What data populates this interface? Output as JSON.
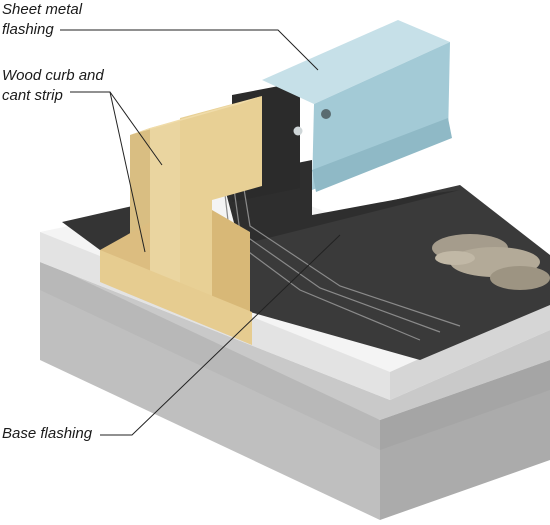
{
  "labels": {
    "sheet_metal_line1": "Sheet metal",
    "sheet_metal_line2": "flashing",
    "wood_curb_line1": "Wood curb and",
    "wood_curb_line2": "cant strip",
    "base_flashing": "Base flashing"
  },
  "colors": {
    "concrete": "#bdbdbd",
    "white_layer": "#f1f1f1",
    "membrane": "#3b3b3b",
    "wood": "#e6cf98",
    "sheet_metal": "#a9cdd8",
    "gravel": "#a8a092"
  }
}
